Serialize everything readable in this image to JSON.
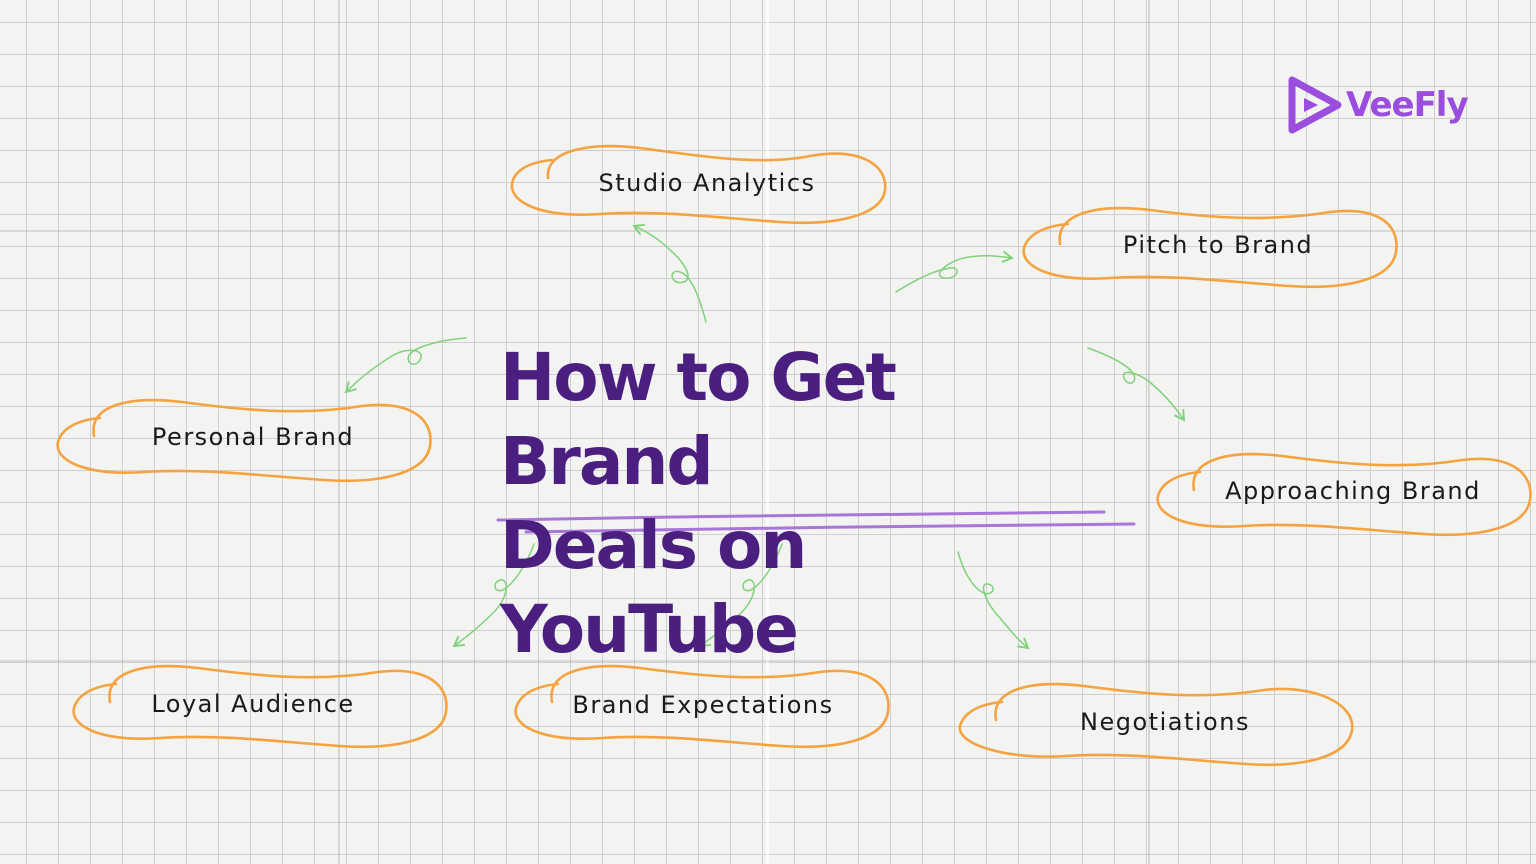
{
  "title": {
    "line1": "How to Get Brand",
    "line2": "Deals on YouTube"
  },
  "logo": {
    "text": "VeeFly",
    "icon": "play-icon"
  },
  "nodes": [
    {
      "id": "studio-analytics",
      "label": "Studio Analytics"
    },
    {
      "id": "pitch-to-brand",
      "label": "Pitch to Brand"
    },
    {
      "id": "personal-brand",
      "label": "Personal Brand"
    },
    {
      "id": "approaching-brand",
      "label": "Approaching Brand"
    },
    {
      "id": "loyal-audience",
      "label": "Loyal Audience"
    },
    {
      "id": "brand-expectations",
      "label": "Brand Expectations"
    },
    {
      "id": "negotiations",
      "label": "Negotiations"
    }
  ],
  "colors": {
    "title": "#4a1f80",
    "bubble_outline": "#f4a340",
    "arrow": "#7fd27a",
    "underline": "#a876d8",
    "logo": "#9b4ddd"
  }
}
